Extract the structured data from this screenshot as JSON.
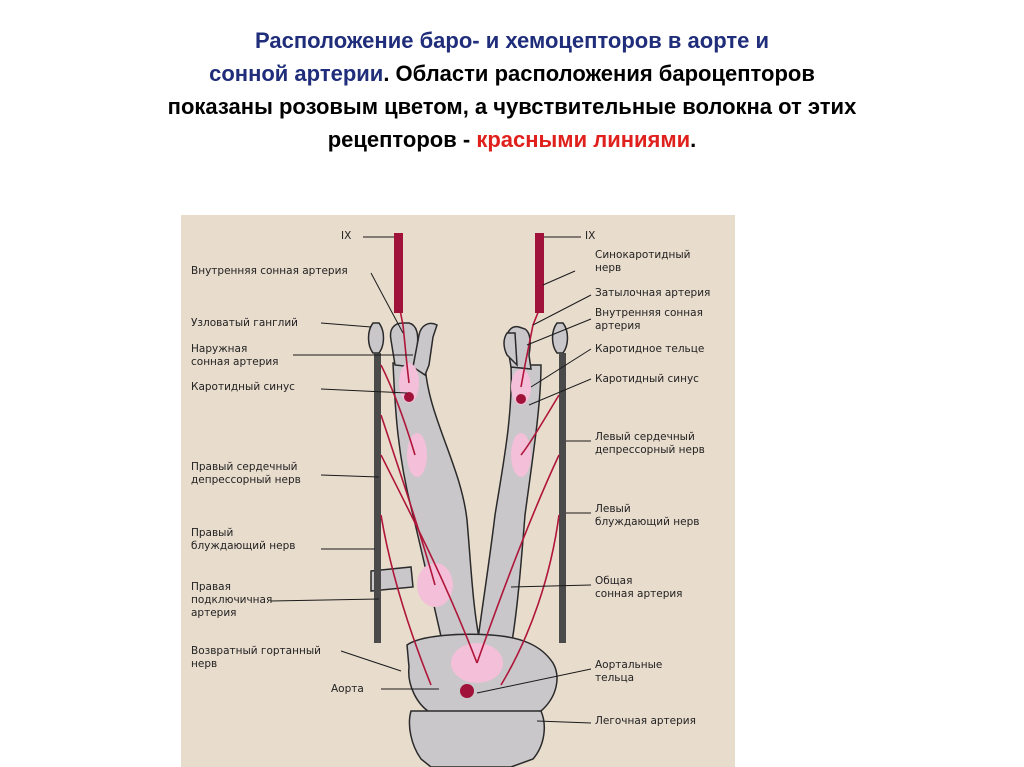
{
  "title": {
    "line1": "Расположение баро- и хемоцепторов в аорте и",
    "line2a": "сонной  артерии",
    "line2b": ". Области расположения бароцепторов",
    "line3": "показаны розовым цветом, а чувствительные волокна от этих",
    "line4a": "рецепторов - ",
    "line4b": "красными линиями",
    "line4c": "."
  },
  "colors": {
    "title_blue": "#1f2d7a",
    "highlight_red": "#e0201c",
    "figure_bg": "#e8dccd",
    "vessel": "#c9c7c9",
    "receptor_pink": "#f4bfd8",
    "fiber_red": "#b0153a"
  },
  "labels_left": {
    "ix": "IX",
    "internal_carotid": "Внутренняя сонная артерия",
    "nodose_ganglion": "Узловатый ганглий",
    "external_carotid": "Наружная\nсонная артерия",
    "carotid_sinus": "Каротидный синус",
    "right_depressor": "Правый сердечный\nдепрессорный нерв",
    "right_vagus": "Правый\nблуждающий нерв",
    "right_subclavian": "Правая\nподключичная\nартерия",
    "recurrent_laryngeal": "Возвратный гортанный\nнерв",
    "aorta": "Аорта"
  },
  "labels_right": {
    "ix": "IX",
    "sinus_nerve": "Синокаротидный\nнерв",
    "occipital": "Затылочная артерия",
    "internal_carotid": "Внутренняя сонная\nартерия",
    "carotid_body": "Каротидное тельце",
    "carotid_sinus": "Каротидный синус",
    "left_depressor": "Левый сердечный\nдепрессорный нерв",
    "left_vagus": "Левый\nблуждающий нерв",
    "common_carotid": "Общая\nсонная артерия",
    "aortic_bodies": "Аортальные\nтельца",
    "pulmonary": "Легочная артерия"
  }
}
